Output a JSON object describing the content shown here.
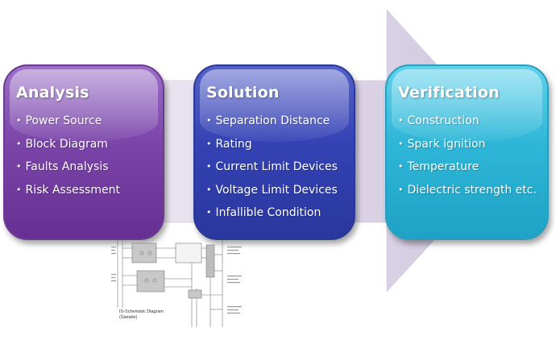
{
  "stages": [
    {
      "title": "Analysis",
      "items": [
        "Power Source",
        "Block Diagram",
        "Faults Analysis",
        "Risk Assessment"
      ]
    },
    {
      "title": "Solution",
      "items": [
        "Separation Distance",
        "Rating",
        "Current Limit Devices",
        "Voltage Limit Devices",
        "Infallible Condition"
      ]
    },
    {
      "title": "Verification",
      "items": [
        "Construction",
        "Spark ignition",
        "Temperature",
        "Dielectric strength etc."
      ]
    }
  ],
  "schematic": {
    "caption_line1": "IS-Schematic Diagram",
    "caption_line2": "(Sample)"
  },
  "colors": {
    "analysis": "#7a44a8",
    "solution": "#3442b4",
    "verification": "#2eb6d8",
    "arrow": "#d9d3e4"
  }
}
